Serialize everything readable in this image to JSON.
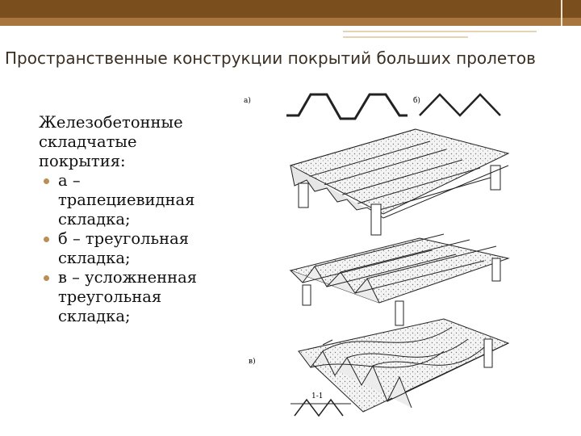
{
  "slide": {
    "title": "Пространственные конструкции покрытий больших пролетов",
    "intro": "Железобетонные складчатые покрытия:",
    "bullets": [
      "а – трапециевидная складка;",
      "б – треугольная складка;",
      "в – усложненная треугольная складка;"
    ]
  },
  "figure": {
    "labels": {
      "a": "а)",
      "b": "б)",
      "v": "в)",
      "section": "1-1"
    }
  },
  "colors": {
    "band_dark": "#7a4f1d",
    "band_light": "#a6763e",
    "bullet": "#b88f55"
  }
}
